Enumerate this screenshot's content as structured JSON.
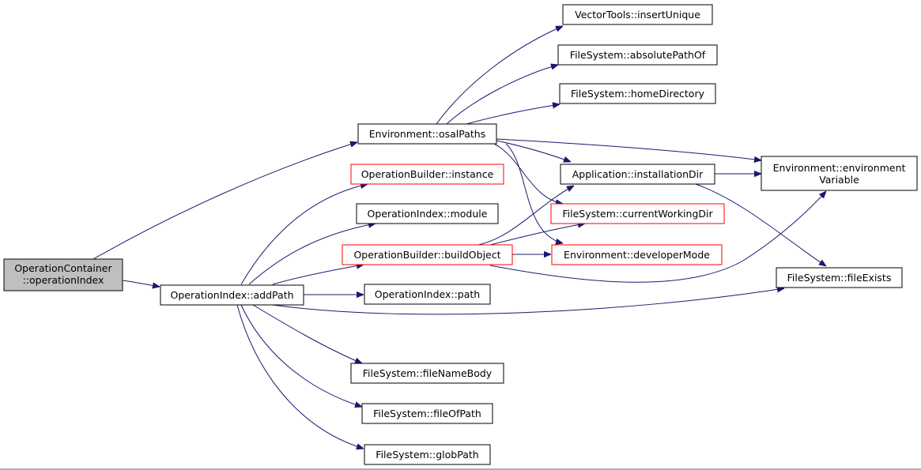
{
  "colors": {
    "edge": "#191970",
    "node_border": "#000000",
    "node_border_truncated": "#ff0000",
    "root_fill": "#bfbfbf",
    "node_fill": "#ffffff"
  },
  "nodes": {
    "root": {
      "lines": [
        "OperationContainer",
        "::operationIndex"
      ]
    },
    "add_path": {
      "lines": [
        "OperationIndex::addPath"
      ]
    },
    "osal_paths": {
      "lines": [
        "Environment::osalPaths"
      ]
    },
    "insert_unique": {
      "lines": [
        "VectorTools::insertUnique"
      ]
    },
    "absolute_path_of": {
      "lines": [
        "FileSystem::absolutePathOf"
      ]
    },
    "home_directory": {
      "lines": [
        "FileSystem::homeDirectory"
      ]
    },
    "builder_instance": {
      "lines": [
        "OperationBuilder::instance"
      ]
    },
    "index_module": {
      "lines": [
        "OperationIndex::module"
      ]
    },
    "build_object": {
      "lines": [
        "OperationBuilder::buildObject"
      ]
    },
    "index_path": {
      "lines": [
        "OperationIndex::path"
      ]
    },
    "installation_dir": {
      "lines": [
        "Application::installationDir"
      ]
    },
    "current_working_dir": {
      "lines": [
        "FileSystem::currentWorkingDir"
      ]
    },
    "developer_mode": {
      "lines": [
        "Environment::developerMode"
      ]
    },
    "environment_variable": {
      "lines": [
        "Environment::environment",
        "Variable"
      ]
    },
    "file_exists": {
      "lines": [
        "FileSystem::fileExists"
      ]
    },
    "file_name_body": {
      "lines": [
        "FileSystem::fileNameBody"
      ]
    },
    "file_of_path": {
      "lines": [
        "FileSystem::fileOfPath"
      ]
    },
    "glob_path": {
      "lines": [
        "FileSystem::globPath"
      ]
    }
  }
}
